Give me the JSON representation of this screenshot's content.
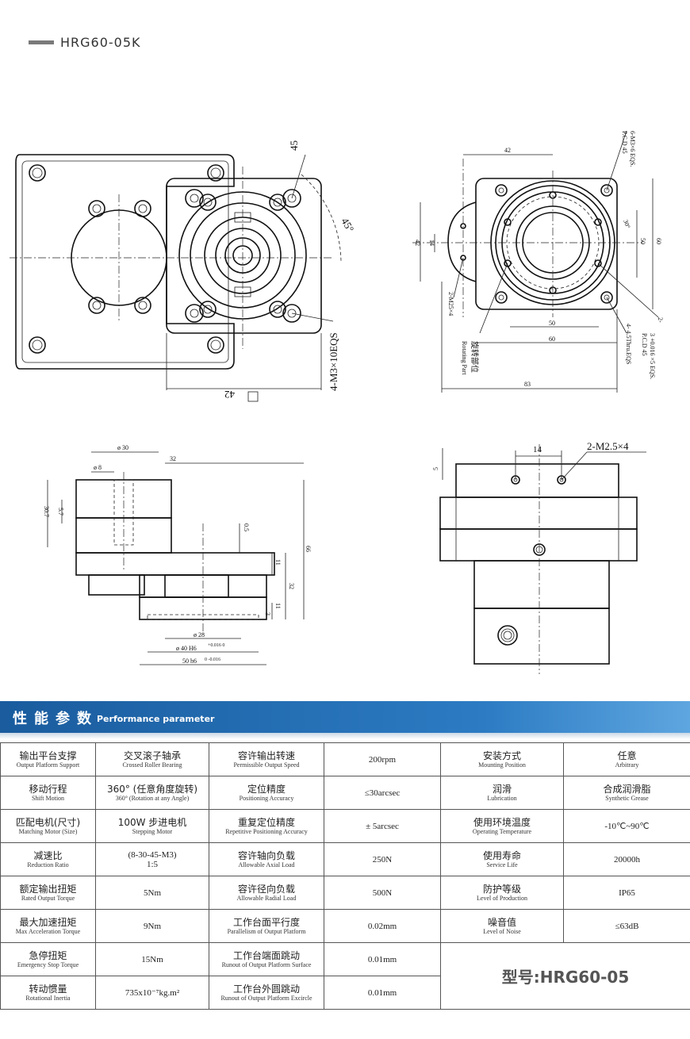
{
  "header": {
    "model": "HRG60-05K"
  },
  "drawing": {
    "dims": {
      "top_45": "45",
      "angle_45": "45°",
      "m3x10": "4-M3×10EQS",
      "sq42": "42",
      "d42": "42",
      "pcd_a_1": "6-M3×6 EQS.",
      "pcd_a_2": "P.C.D  45",
      "d30deg": "30°",
      "d50r": "50",
      "d60r": "60",
      "d14": "14",
      "d42v": "42",
      "m25x4": "2-M25×4",
      "rotating_cn": "旋转部位",
      "rotating_en": "Rotating Part",
      "d50b": "50",
      "d60b": "60",
      "thru": "4- 4.5Thru.EQS",
      "pcd_b_1": "2-",
      "pcd_b_2": "3 +0.016 ×5 EQS.",
      "pcd_b_3": "P.C.D  45",
      "d83": "83",
      "phi30": "ø 30",
      "phi8": "ø 8",
      "d32a": "32",
      "d30_7": "30.7",
      "d5_7": "5.7",
      "d0_5": "0.5",
      "d66": "66",
      "d11a": "11",
      "d32b": "32",
      "d11b": "11",
      "d3": "3",
      "phi28": "ø 28",
      "phi40": "ø 40 H6",
      "tol40": "+0.016 0",
      "phi50": "50 h6",
      "tol50": "0 -0.016",
      "d14r": "14",
      "m25x4r": "2-M2.5×4",
      "d5": "5"
    }
  },
  "performance": {
    "title_cn": "性能参数",
    "title_en": "Performance parameter",
    "rows": [
      {
        "a_cn": "输出平台支撑",
        "a_en": "Output Platform Support",
        "b_cn": "交叉滚子轴承",
        "b_en": "Crossed Roller Bearing",
        "c_cn": "容许输出转速",
        "c_en": "Permissible Output Speed",
        "d": "200rpm",
        "e_cn": "安装方式",
        "e_en": "Mounting Position",
        "f_cn": "任意",
        "f_en": "Arbitrary"
      },
      {
        "a_cn": "移动行程",
        "a_en": "Shift Motion",
        "b_cn": "360° (任意角度旋转)",
        "b_en": "360°  (Rotation at any Angle)",
        "c_cn": "定位精度",
        "c_en": "Positioning Accuracy",
        "d": "≤30arcsec",
        "e_cn": "润滑",
        "e_en": "Lubrication",
        "f_cn": "合成润滑脂",
        "f_en": "Synthetic Grease"
      },
      {
        "a_cn": "匹配电机(尺寸)",
        "a_en": "Matching Motor  (Size)",
        "b_cn": "100W 步进电机",
        "b_en": "Stepping Motor",
        "c_cn": "重复定位精度",
        "c_en": "Repetitive Positioning Accuracy",
        "d": "± 5arcsec",
        "e_cn": "使用环境温度",
        "e_en": "Operating Temperature",
        "f_cn": "-10℃~90℃",
        "f_en": ""
      },
      {
        "a_cn": "减速比",
        "a_en": "Reduction Ratio",
        "b_cn": "(8-30-45-M3)",
        "b_en": "1:5",
        "c_cn": "容许轴向负载",
        "c_en": "Allowable Axial Load",
        "d": "250N",
        "e_cn": "使用寿命",
        "e_en": "Service Life",
        "f_cn": "20000h",
        "f_en": ""
      },
      {
        "a_cn": "额定输出扭矩",
        "a_en": "Rated Output Torque",
        "b_cn": "5Nm",
        "b_en": "",
        "c_cn": "容许径向负载",
        "c_en": "Allowable Radial Load",
        "d": "500N",
        "e_cn": "防护等级",
        "e_en": "Level of Production",
        "f_cn": "IP65",
        "f_en": ""
      },
      {
        "a_cn": "最大加速扭矩",
        "a_en": "Max Acceleration Torque",
        "b_cn": "9Nm",
        "b_en": "",
        "c_cn": "工作台面平行度",
        "c_en": "Parallelism of Output Platform",
        "d": "0.02mm",
        "e_cn": "噪音值",
        "e_en": "Level of Noise",
        "f_cn": "≤63dB",
        "f_en": ""
      },
      {
        "a_cn": "急停扭矩",
        "a_en": "Emergency Stop Torque",
        "b_cn": "15Nm",
        "b_en": "",
        "c_cn": "工作台端面跳动",
        "c_en": "Runout of Output Platform Surface",
        "d": "0.01mm"
      },
      {
        "a_cn": "转动惯量",
        "a_en": "Rotational Inertia",
        "b_cn": "735x10⁻⁷kg.m²",
        "b_en": "",
        "c_cn": "工作台外圆跳动",
        "c_en": "Runout of Output Platform Excircle",
        "d": "0.01mm"
      }
    ],
    "model_label": "型号:HRG60-05"
  }
}
